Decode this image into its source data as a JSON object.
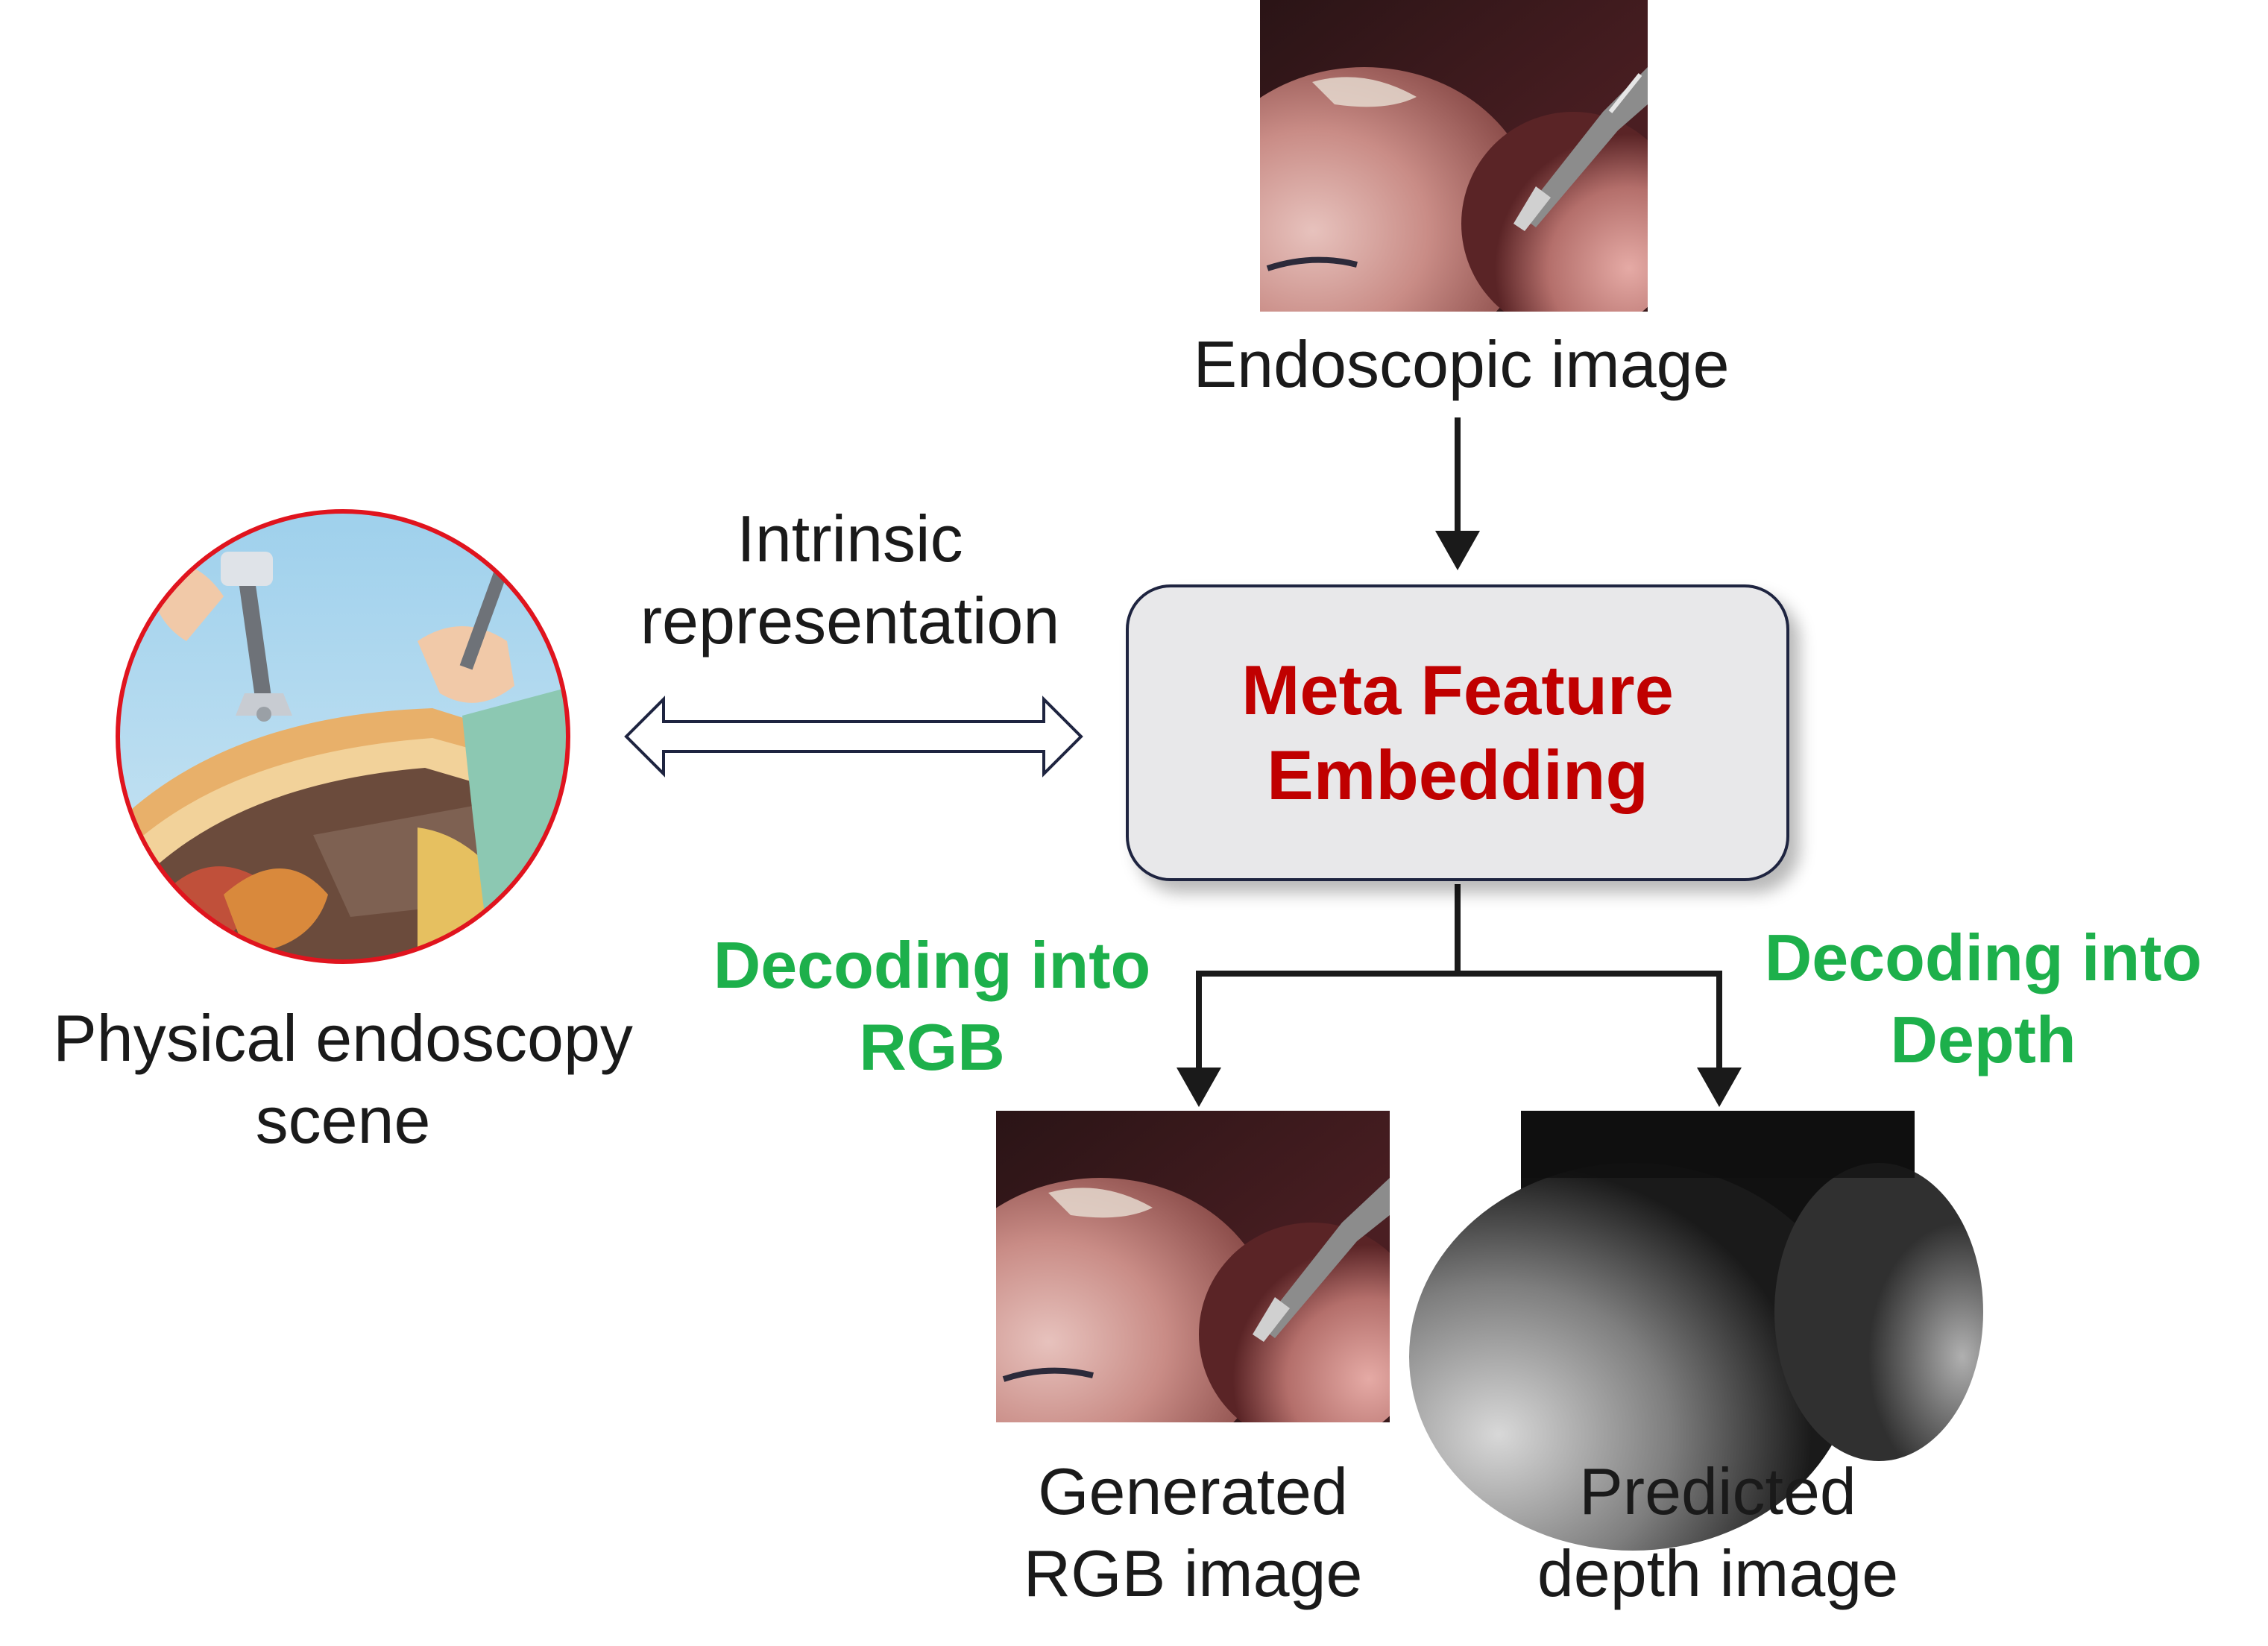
{
  "endoscopic_image": {
    "caption": "Endoscopic image"
  },
  "physical_scene": {
    "caption_line1": "Physical endoscopy",
    "caption_line2": "scene"
  },
  "intrinsic": {
    "line1": "Intrinsic",
    "line2": "representation"
  },
  "meta_box": {
    "line1": "Meta Feature",
    "line2": "Embedding"
  },
  "decode_rgb": {
    "line1": "Decoding into",
    "line2": "RGB"
  },
  "decode_depth": {
    "line1": "Decoding into",
    "line2": "Depth"
  },
  "generated_rgb": {
    "caption_line1": "Generated",
    "caption_line2": "RGB image"
  },
  "predicted_depth": {
    "caption_line1": "Predicted",
    "caption_line2": "depth image"
  },
  "colors": {
    "meta_text": "#c00000",
    "decode_text": "#1db04b",
    "scene_border": "#e0141e",
    "box_border": "#1e2440"
  }
}
